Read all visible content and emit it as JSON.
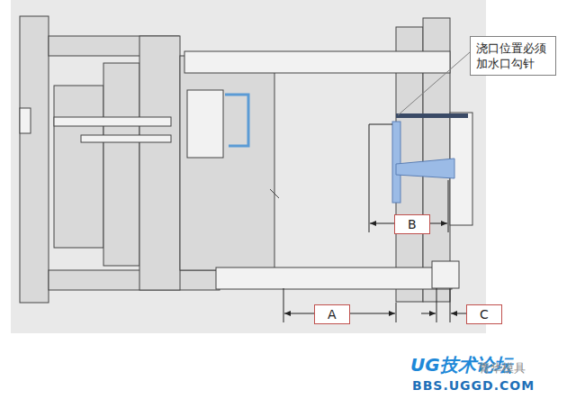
{
  "diagram": {
    "nodes": [
      {
        "text": [
          "浇口位置必须加水口勾针"
        ]
      },
      {
        "text": [
          "B"
        ]
      },
      {
        "text": [
          "A"
        ]
      },
      {
        "text": [
          "C"
        ]
      }
    ],
    "labels": [
      "UG技术论坛",
      "BBS.UGGD.COM",
      "青华模具"
    ]
  }
}
